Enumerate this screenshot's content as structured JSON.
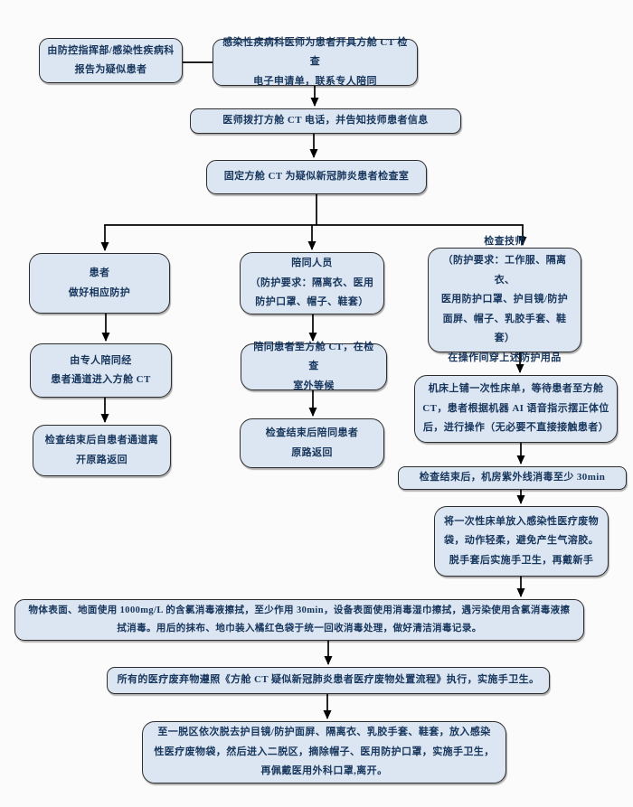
{
  "colors": {
    "background": "#fbfbfb",
    "boxFill": "#dce6f2",
    "boxBorder": "#2e2e2e",
    "text": "#17365d",
    "connector": "#000000"
  },
  "nodes": {
    "report": {
      "text": "由防控指挥部/感染性疾病科\n报告为疑似患者"
    },
    "order": {
      "text": "感染性疾病科医师为患者开具方舱 CT 检查\n电子申请单，联系专人陪同"
    },
    "call": {
      "text": "医师拨打方舱 CT 电话，并告知技师患者信息"
    },
    "fixedRoom": {
      "text": "固定方舱 CT 为疑似新冠肺炎患者检查室"
    },
    "patient": {
      "text": "患者\n做好相应防护"
    },
    "patientEnter": {
      "text": "由专人陪同经\n患者通道进入方舱 CT"
    },
    "patientLeave": {
      "text": "检查结束后自患者通道离\n开原路返回"
    },
    "escort": {
      "text": "陪同人员\n（防护要求：隔离衣、医用\n防护口罩、帽子、鞋套）"
    },
    "escortWait": {
      "text": "陪同患者至方舱 CT，在检查\n室外等候"
    },
    "escortReturn": {
      "text": "检查结束后陪同患者\n原路返回"
    },
    "technician": {
      "text": "检查技师\n（防护要求：工作服、隔离衣、\n医用防护口罩、护目镜/防护\n面屏、帽子、乳胶手套、鞋套）\n在操作间穿上述防护用品"
    },
    "operate": {
      "text": "机床上铺一次性床单，等待患者至方舱\nCT，患者根据机器 AI 语音指示摆正体位\n后，进行操作（无必要不直接接触患者）"
    },
    "uvDisinfect": {
      "text": "检查结束后，机房紫外线消毒至少 30min"
    },
    "sheetDisposal": {
      "text": "将一次性床单放入感染性医疗废物\n袋，动作轻柔，避免产生气溶胶。\n脱手套后实施手卫生，再戴新手"
    },
    "surfaceClean": {
      "text": "物体表面、地面使用 1000mg/L 的含氯消毒液擦拭，至少作用 30min，设备表面使用消毒湿巾擦拭，遇污染使用含氯消毒液擦\n拭消毒。用后的抹布、地巾装入橘红色袋于统一回收消毒处理，做好清洁消毒记录。"
    },
    "wastePolicy": {
      "text": "所有的医疗废弃物遵照《方舱 CT 疑似新冠肺炎患者医疗废物处置流程》执行，实施手卫生。"
    },
    "doffing": {
      "text": "至一脱区依次脱去护目镜/防护面屏、隔离衣、乳胶手套、鞋套，放入感染\n性医疗废物袋，然后进入二脱区，摘除帽子、医用防护口罩，实施手卫生，\n再佩戴医用外科口罩,离开。"
    }
  }
}
